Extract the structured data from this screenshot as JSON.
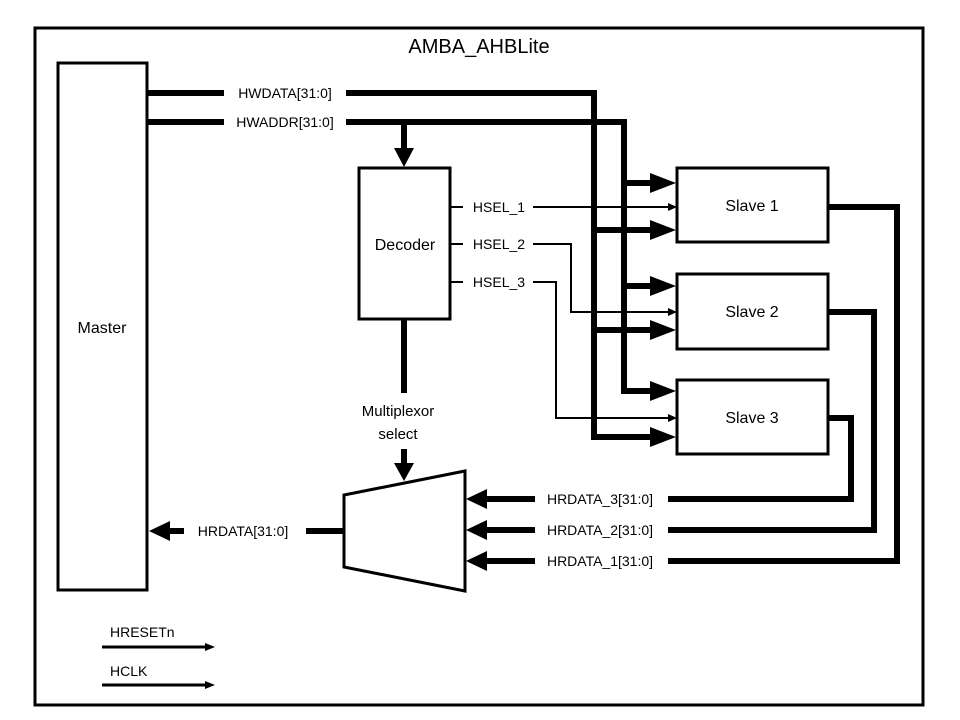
{
  "title": "AMBA_AHBLite",
  "colors": {
    "stroke": "#000000",
    "background": "#ffffff"
  },
  "blocks": {
    "master": "Master",
    "decoder": "Decoder",
    "slaves": [
      "Slave 1",
      "Slave 2",
      "Slave 3"
    ],
    "mux_label_line1": "Multiplexor",
    "mux_label_line2": "select"
  },
  "signals": {
    "hwdata": "HWDATA[31:0]",
    "hwaddr": "HWADDR[31:0]",
    "hsel": [
      "HSEL_1",
      "HSEL_2",
      "HSEL_3"
    ],
    "hrdata_slaves": [
      "HRDATA_3[31:0]",
      "HRDATA_2[31:0]",
      "HRDATA_1[31:0]"
    ],
    "hrdata": "HRDATA[31:0]",
    "hresetn": "HRESETn",
    "hclk": "HCLK"
  }
}
